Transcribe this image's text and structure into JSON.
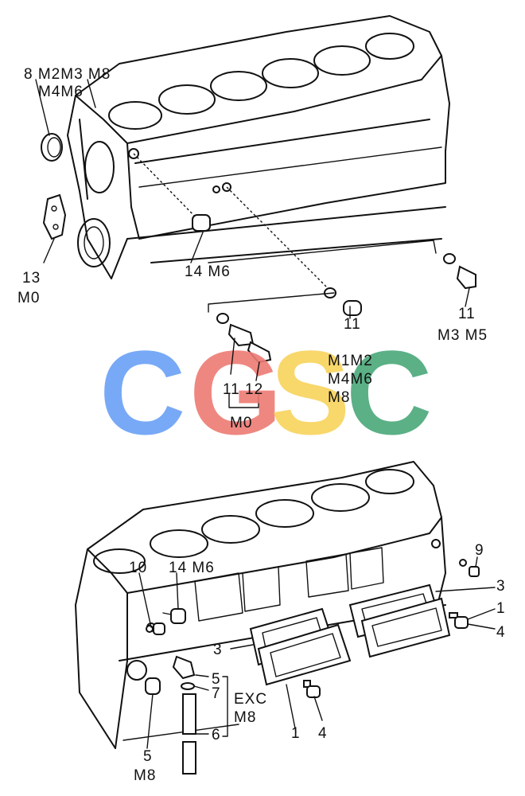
{
  "watermark": {
    "letters": [
      "C",
      "G",
      "S",
      "C"
    ],
    "colors": [
      "#6aa0f7",
      "#ee7b74",
      "#f8d35c",
      "#4aa87a"
    ]
  },
  "upper_view": {
    "callouts": [
      {
        "key": "seal",
        "lines": [
          "8 M2M3 M8",
          "M4M6"
        ]
      },
      {
        "key": "bracket",
        "lines": [
          "13",
          "M0"
        ]
      },
      {
        "key": "plug-left",
        "lines": [
          "14 M6"
        ]
      },
      {
        "key": "plug-right",
        "lines": [
          "11",
          "M3 M5"
        ]
      },
      {
        "key": "plug-center",
        "lines": [
          "11",
          "M1M2",
          "M4M6",
          "M8"
        ]
      },
      {
        "key": "plug-pair",
        "lines": [
          "11 12",
          "M0"
        ]
      }
    ]
  },
  "lower_view": {
    "callouts": [
      {
        "key": "ref-10",
        "lines": [
          "10"
        ]
      },
      {
        "key": "ref-14",
        "lines": [
          "14 M6"
        ]
      },
      {
        "key": "ref-9",
        "lines": [
          "9"
        ]
      },
      {
        "key": "ref-3-right",
        "lines": [
          "3"
        ]
      },
      {
        "key": "ref-1-right",
        "lines": [
          "1"
        ]
      },
      {
        "key": "ref-4-right",
        "lines": [
          "4"
        ]
      },
      {
        "key": "ref-3-left",
        "lines": [
          "3"
        ]
      },
      {
        "key": "ref-5-fitting",
        "lines": [
          "5"
        ]
      },
      {
        "key": "ref-7",
        "lines": [
          "7"
        ]
      },
      {
        "key": "ref-exc",
        "lines": [
          "EXC",
          "M8"
        ]
      },
      {
        "key": "ref-6",
        "lines": [
          "6"
        ]
      },
      {
        "key": "ref-1-bottom",
        "lines": [
          "1"
        ]
      },
      {
        "key": "ref-4-bottom",
        "lines": [
          "4"
        ]
      },
      {
        "key": "ref-5-bottom",
        "lines": [
          "5",
          "M8"
        ]
      }
    ]
  }
}
